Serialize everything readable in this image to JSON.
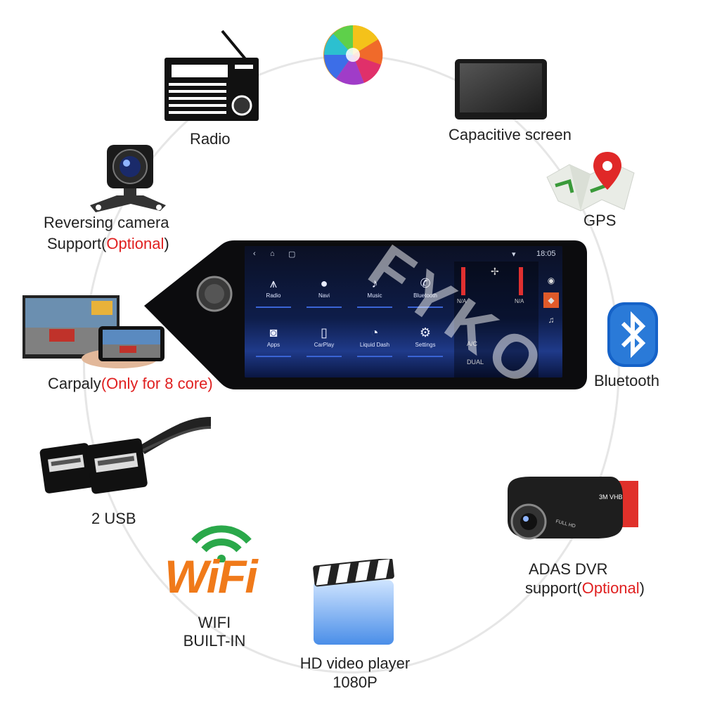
{
  "features": {
    "radio": "Radio",
    "capacitive_screen": "Capacitive screen",
    "gps": "GPS",
    "reversing_camera_l1": "Reversing camera",
    "reversing_camera_l2": "Support(",
    "reversing_camera_opt": "Optional",
    "reversing_camera_end": ")",
    "bluetooth": "Bluetooth",
    "carplay_main": "Carpaly",
    "carplay_opt": "(Only for 8 core)",
    "usb": "2 USB",
    "adas_l1": "ADAS  DVR",
    "adas_l2": "support(",
    "adas_opt": "Optional",
    "adas_end": ")",
    "wifi_logo": "WiFi",
    "wifi_l1": "WIFI",
    "wifi_l2": "BUILT-IN",
    "video_l1": "HD video player",
    "video_l2": "1080P"
  },
  "screen": {
    "time": "18:05",
    "apps": [
      "Radio",
      "Navi",
      "Music",
      "Bluetooth",
      "Apps",
      "CarPlay",
      "Liquid Dash",
      "Settings"
    ],
    "climate_left": "N/A",
    "climate_right": "N/A",
    "ac": "A/C",
    "dual": "DUAL"
  },
  "watermark": "FYKO",
  "dvr_tag": "3M VHB",
  "dvr_text": "FULL HD"
}
